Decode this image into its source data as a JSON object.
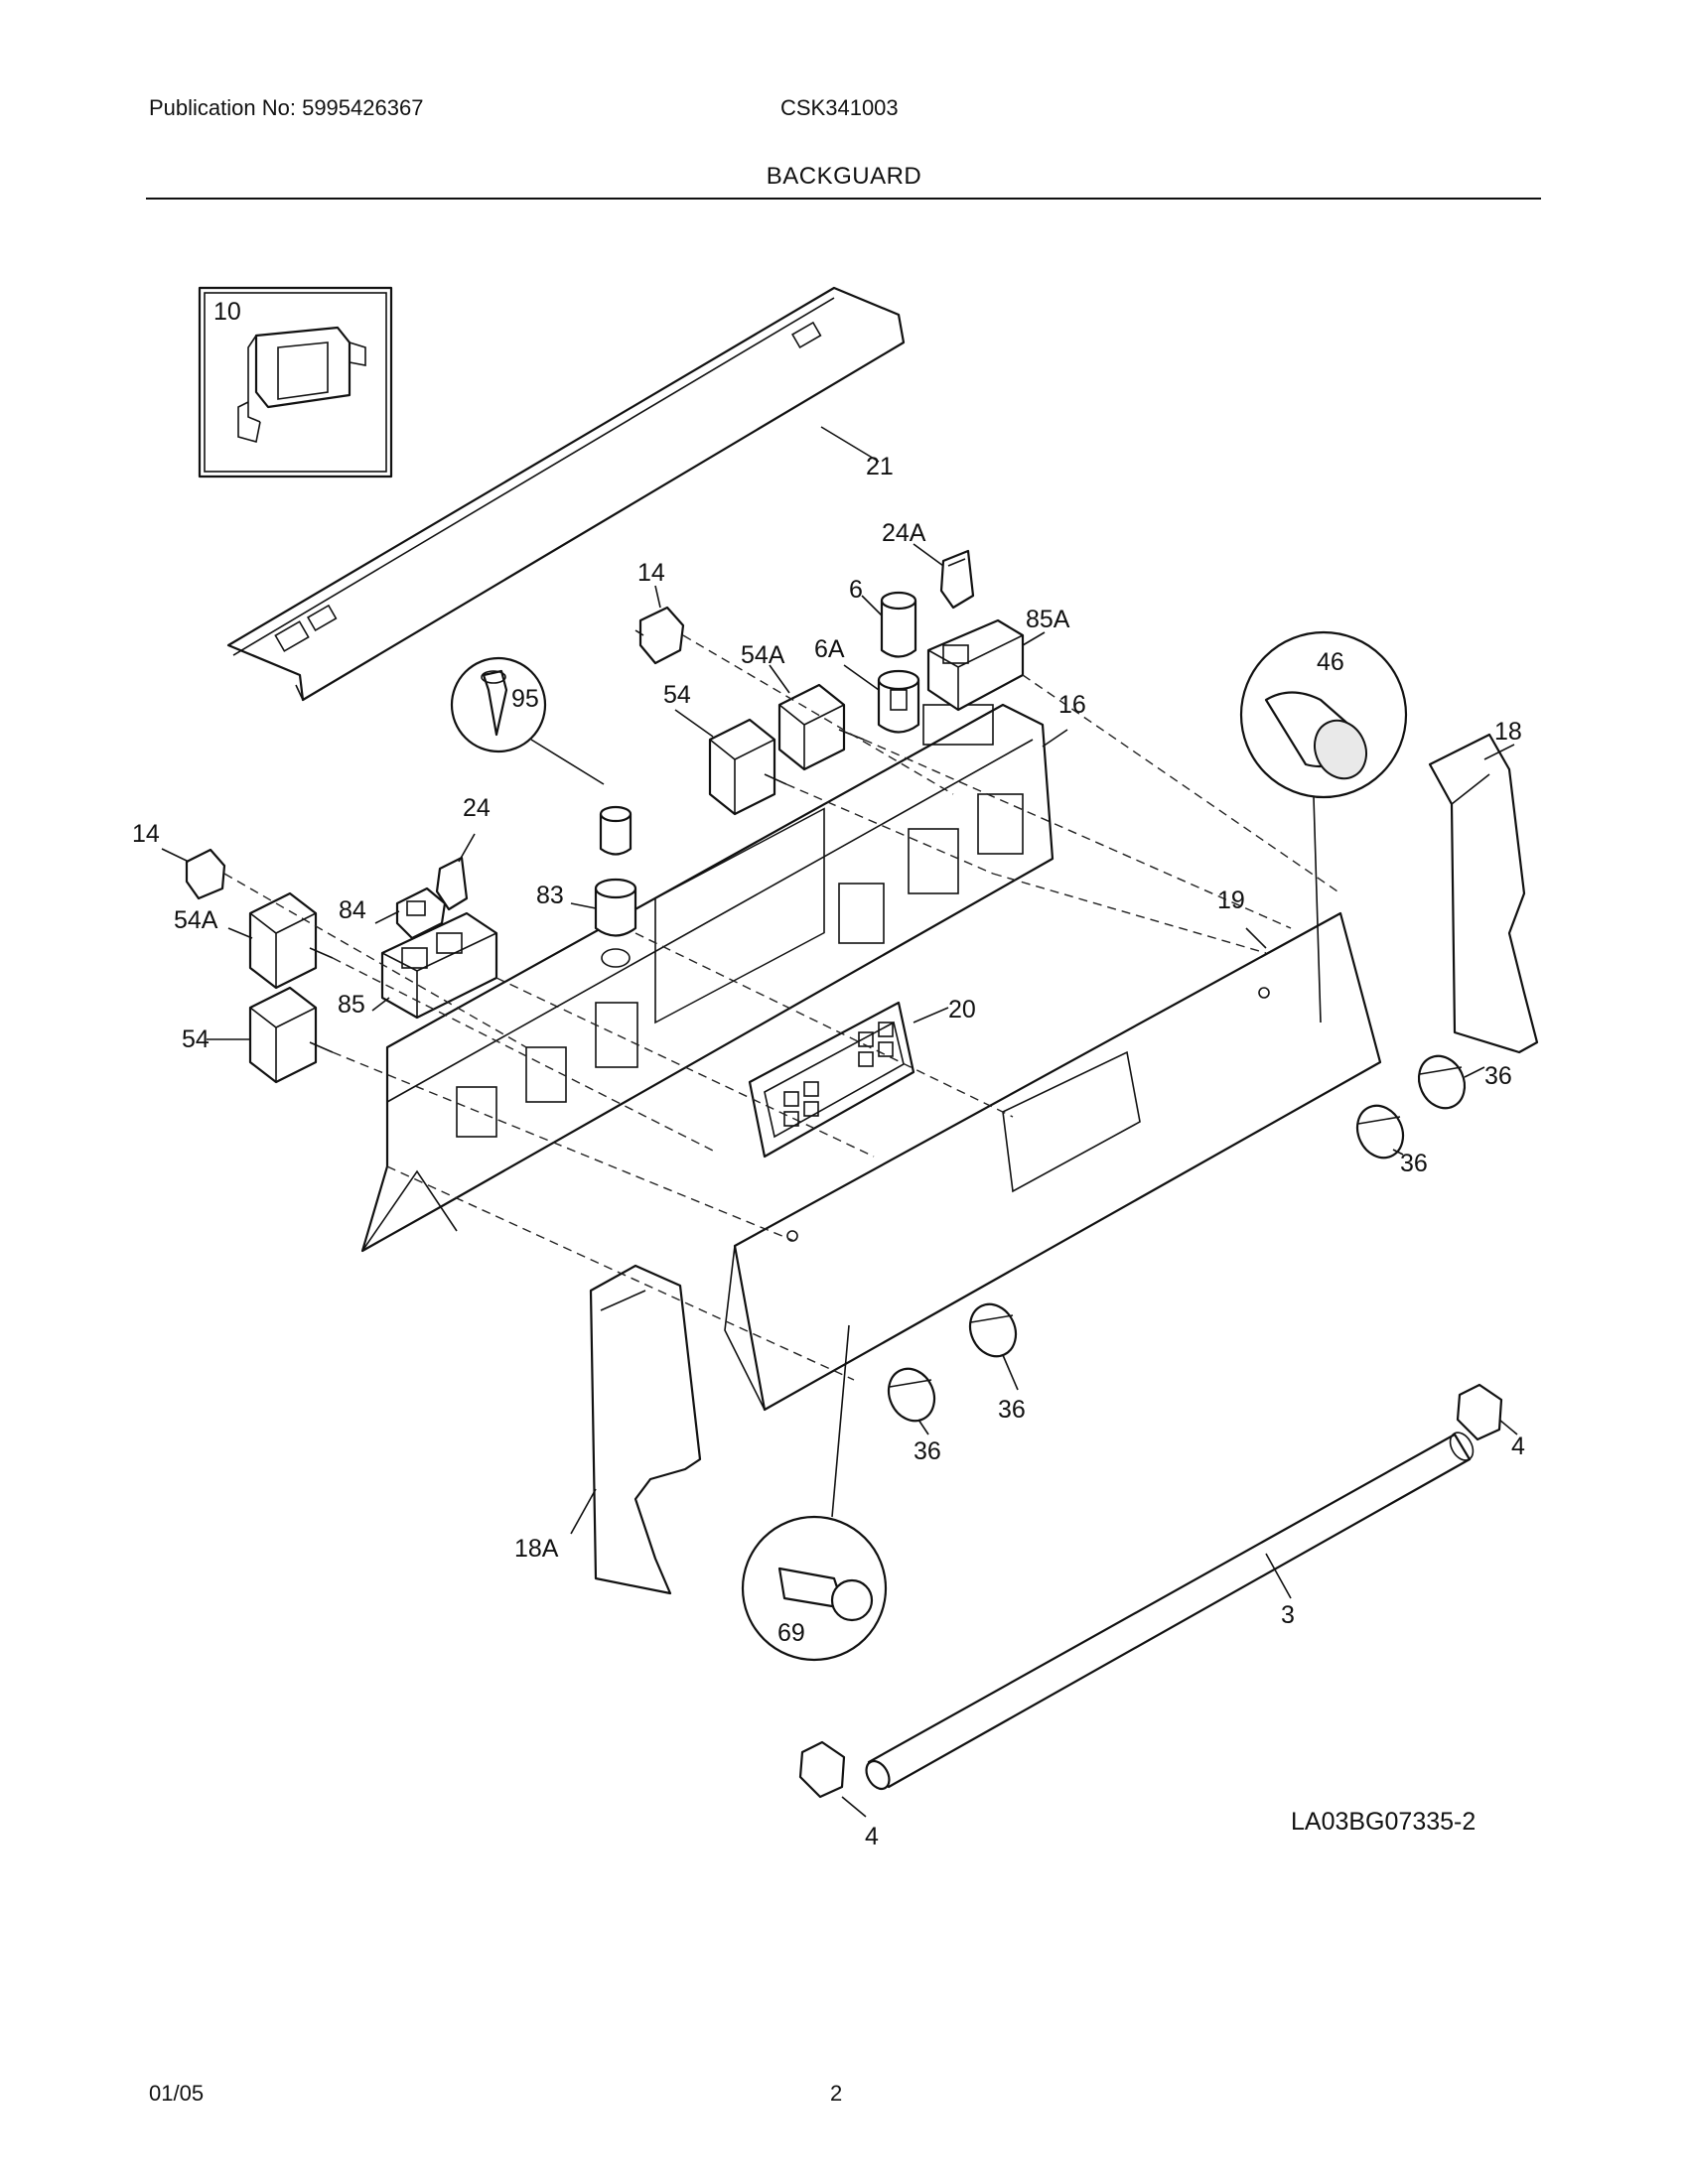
{
  "header": {
    "publication": "Publication No: 5995426367",
    "model": "CSK341003",
    "section_title": "BACKGUARD"
  },
  "footer": {
    "date": "01/05",
    "page": "2"
  },
  "drawing_code": "LA03BG07335-2",
  "callouts": {
    "c10": "10",
    "c21": "21",
    "c24A": "24A",
    "c14a": "14",
    "c6": "6",
    "c85A": "85A",
    "c54A_top": "54A",
    "c6A": "6A",
    "c54_top": "54",
    "c95": "95",
    "c16": "16",
    "c46": "46",
    "c18": "18",
    "c14b": "14",
    "c24": "24",
    "c84": "84",
    "c83": "83",
    "c54A_left": "54A",
    "c85": "85",
    "c54_left": "54",
    "c19": "19",
    "c20": "20",
    "c36a": "36",
    "c36b": "36",
    "c36c": "36",
    "c36d": "36",
    "c18A": "18A",
    "c69": "69",
    "c3": "3",
    "c4a": "4",
    "c4b": "4"
  }
}
